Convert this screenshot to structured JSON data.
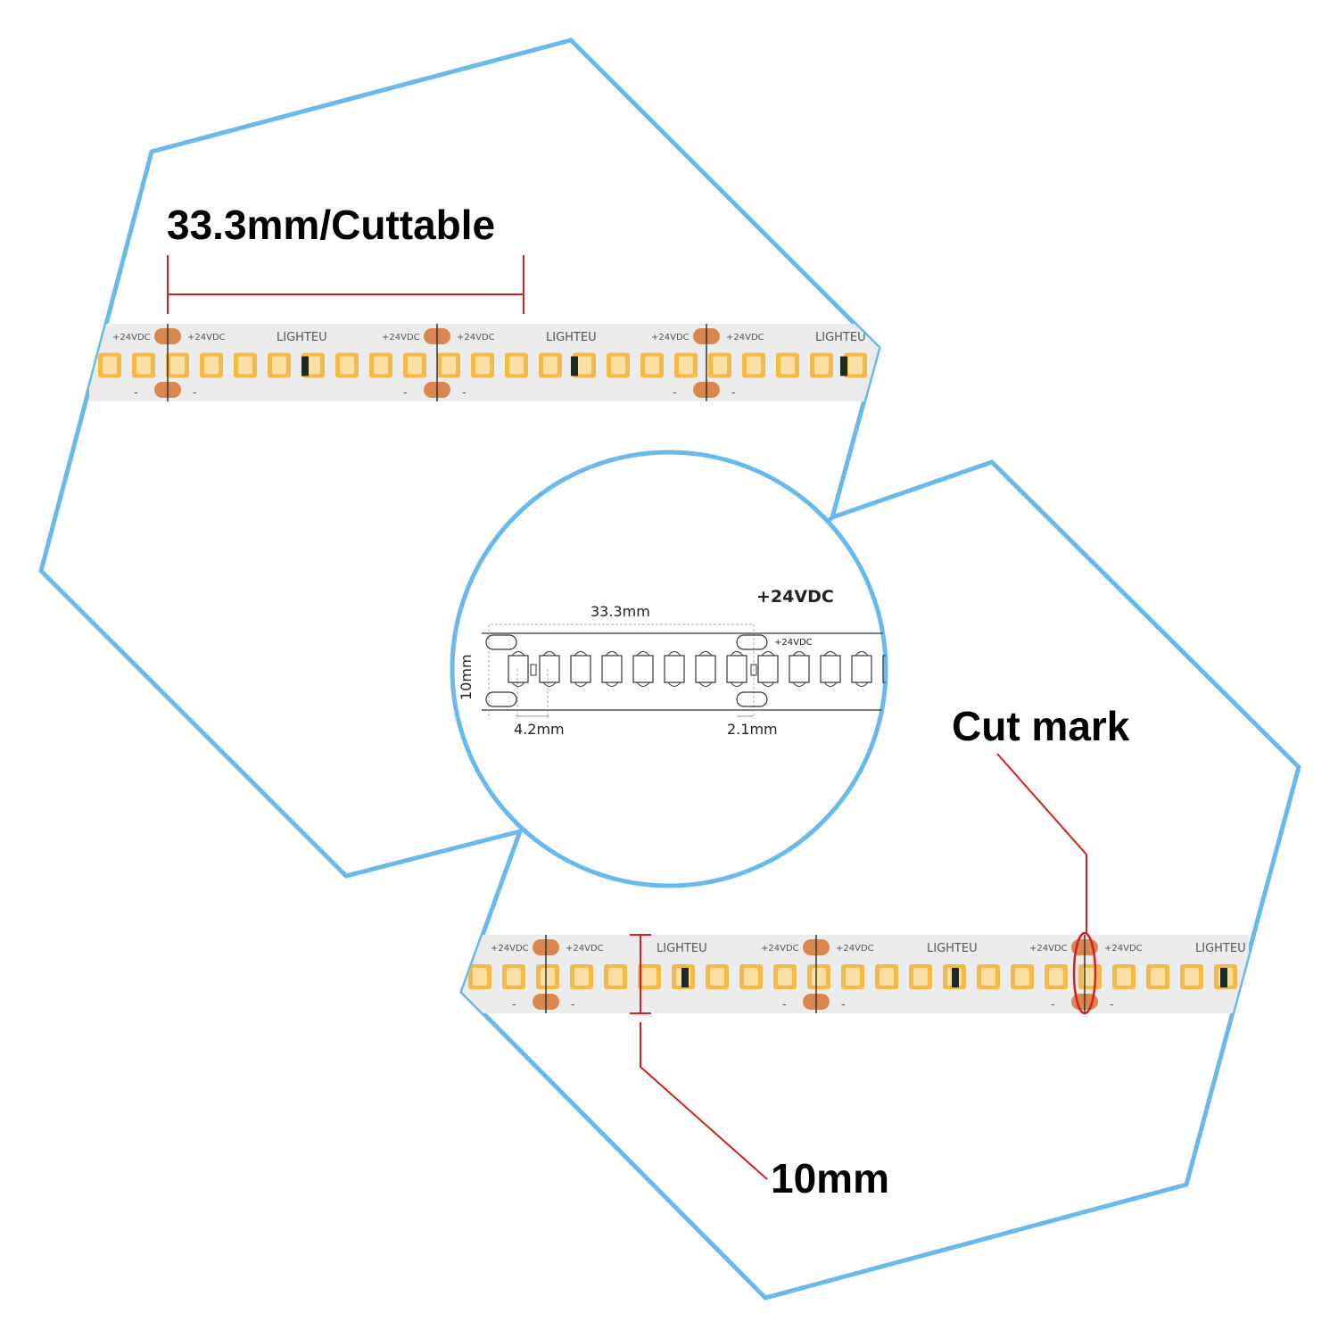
{
  "colors": {
    "hex_outline": "#6ab9ec",
    "strip_base": "#ececec",
    "led_pad": "#f5b947",
    "led_core": "#fbe0a6",
    "copper_pad": "#d9874f",
    "callout_red": "#d81e1e",
    "diagram_line": "#333333"
  },
  "strip": {
    "brand": "LIGHTEU",
    "voltage": "+24VDC",
    "minus": "-"
  },
  "labels": {
    "cuttable": "33.3mm/Cuttable",
    "cut_mark": "Cut mark",
    "width": "10mm"
  },
  "diagram": {
    "segment_length": "33.3mm",
    "voltage": "+24VDC",
    "strip_width": "10mm",
    "led_pitch": "4.2mm",
    "gap": "2.1mm",
    "voltage_small": "+24VDC"
  }
}
